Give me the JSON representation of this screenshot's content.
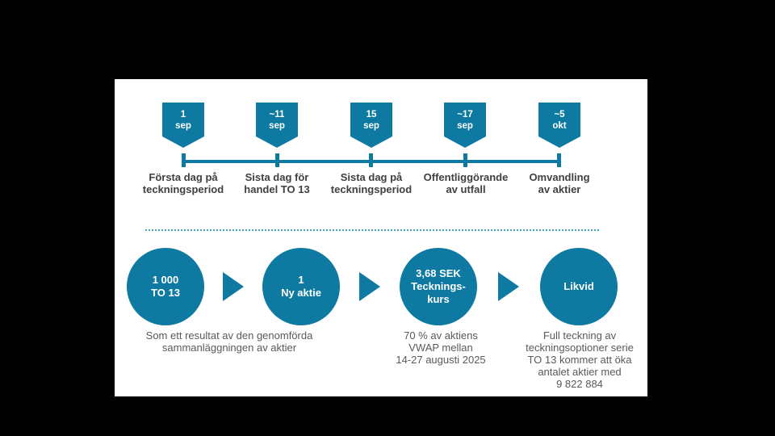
{
  "colors": {
    "teal": "#0f7aa1",
    "dotted_line": "#45a5c3",
    "event_label": "#3f4040",
    "caption": "#595959",
    "background": "#000000",
    "panel": "#ffffff"
  },
  "timeline": {
    "events": [
      {
        "date": "1\nsep",
        "label": "Första dag på\nteckningsperiod"
      },
      {
        "date": "~11\nsep",
        "label": "Sista dag för\nhandel TO 13"
      },
      {
        "date": "15\nsep",
        "label": "Sista dag på\nteckningsperiod"
      },
      {
        "date": "~17\nsep",
        "label": "Offentliggörande\nav utfall"
      },
      {
        "date": "~5\nokt",
        "label": "Omvandling\nav aktier"
      }
    ]
  },
  "flow": {
    "circles": [
      {
        "text": "1 000\nTO 13"
      },
      {
        "text": "1\nNy aktie"
      },
      {
        "text": "3,68 SEK\nTecknings-\nkurs"
      },
      {
        "text": "Likvid"
      }
    ],
    "captions": [
      {
        "text": "Som ett resultat av den genomförda\nsammanläggningen av aktier"
      },
      {
        "text": "70 % av aktiens\nVWAP mellan\n14-27 augusti 2025"
      },
      {
        "text": "Full teckning av\nteckningsoptioner serie\nTO 13 kommer att öka\nantalet aktier med\n9 822 884"
      }
    ]
  }
}
